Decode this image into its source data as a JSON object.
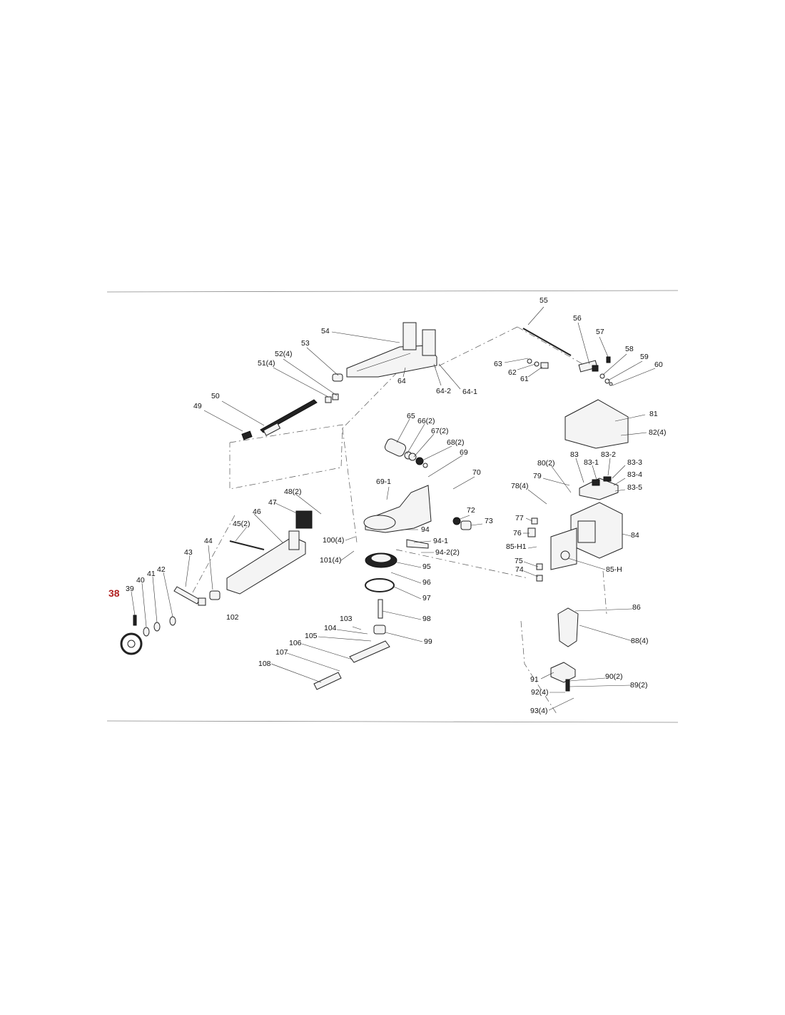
{
  "diagram": {
    "highlight_color": "#b22222",
    "highlighted_part": "38",
    "part_numbers": [
      "39",
      "40",
      "41",
      "42",
      "43",
      "44",
      "45(2)",
      "46",
      "47",
      "48(2)",
      "49",
      "50",
      "51(4)",
      "52(4)",
      "53",
      "54",
      "55",
      "56",
      "57",
      "58",
      "59",
      "60",
      "61",
      "62",
      "63",
      "64",
      "64-1",
      "64-2",
      "65",
      "66(2)",
      "67(2)",
      "68(2)",
      "69",
      "69-1",
      "70",
      "72",
      "73",
      "74",
      "75",
      "76",
      "77",
      "78(4)",
      "79",
      "80(2)",
      "81",
      "82(4)",
      "83",
      "83-1",
      "83-2",
      "83-3",
      "83-4",
      "83-5",
      "84",
      "85-H",
      "85-H1",
      "86",
      "88(4)",
      "89(2)",
      "90(2)",
      "91",
      "92(4)",
      "93(4)",
      "94",
      "94-1",
      "94-2(2)",
      "95",
      "96",
      "97",
      "98",
      "99",
      "100(4)",
      "101(4)",
      "102",
      "103",
      "104",
      "105",
      "106",
      "107",
      "108"
    ]
  }
}
